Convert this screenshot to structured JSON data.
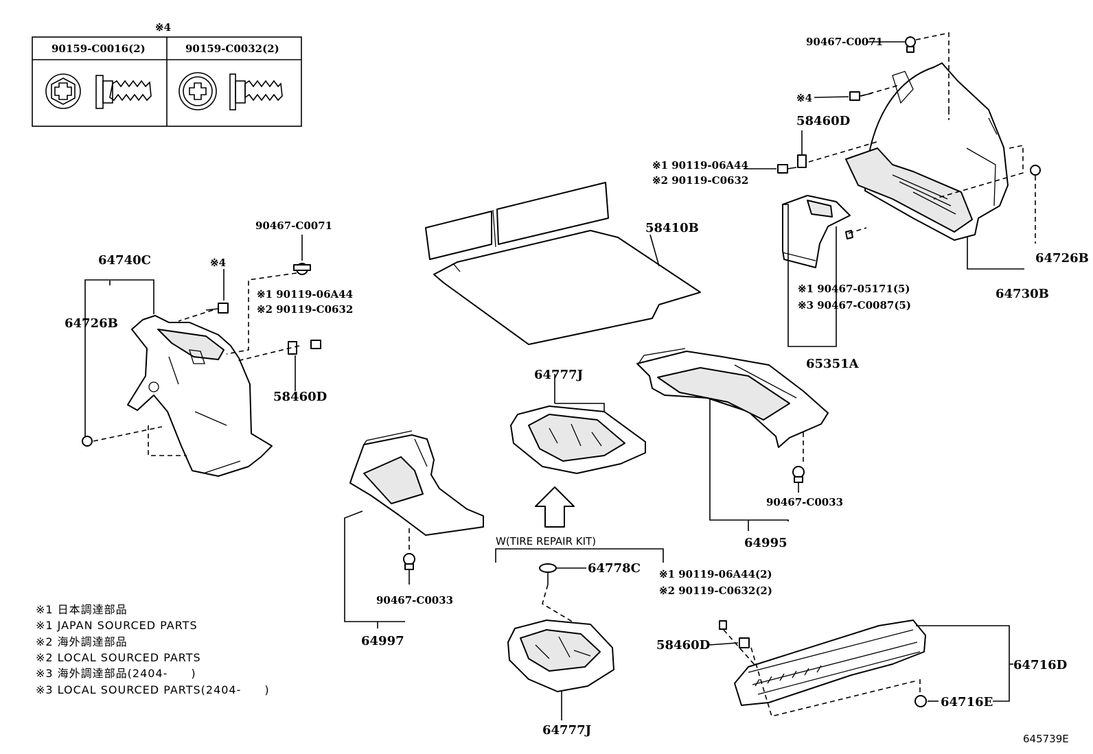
{
  "fastener_table": {
    "note_mark": "※4",
    "col1": "90159-C0016(2)",
    "col2": "90159-C0032(2)"
  },
  "labels": {
    "l_90467_c0071_top": "90467-C0071",
    "l_note4_top": "※4",
    "l_58460d_top": "58460D",
    "l_90119_06a44_top": "※1 90119-06A44",
    "l_90119_c0632_top": "※2 90119-C0632",
    "l_64726b_right": "64726B",
    "l_64730b": "64730B",
    "l_90467_05171": "※1 90467-05171(5)",
    "l_90467_c0087": "※3 90467-C0087(5)",
    "l_65351a": "65351A",
    "l_58410b": "58410B",
    "l_90467_c0071_left": "90467-C0071",
    "l_64740c": "64740C",
    "l_note4_left": "※4",
    "l_90119_06a44_left": "※1 90119-06A44",
    "l_90119_c0632_left": "※2 90119-C0632",
    "l_64726b_left": "64726B",
    "l_58460d_left": "58460D",
    "l_64777j_top": "64777J",
    "l_90467_c0033_right": "90467-C0033",
    "l_64995": "64995",
    "l_tire_kit": "W(TIRE REPAIR KIT)",
    "l_64778c": "64778C",
    "l_64777j_bottom": "64777J",
    "l_90467_c0033_left": "90467-C0033",
    "l_64997": "64997",
    "l_90119_06a44_2": "※1 90119-06A44(2)",
    "l_90119_c0632_2": "※2 90119-C0632(2)",
    "l_58460d_bottom": "58460D",
    "l_64716d": "64716D",
    "l_64716e": "64716E",
    "diagram_id": "645739E"
  },
  "notes": [
    "※1 日本調達部品",
    "※1 JAPAN SOURCED PARTS",
    "※2 海外調達部品",
    "※2 LOCAL SOURCED PARTS",
    "※3 海外調達部品(2404-　　)",
    "※3 LOCAL SOURCED PARTS(2404-　　)"
  ]
}
